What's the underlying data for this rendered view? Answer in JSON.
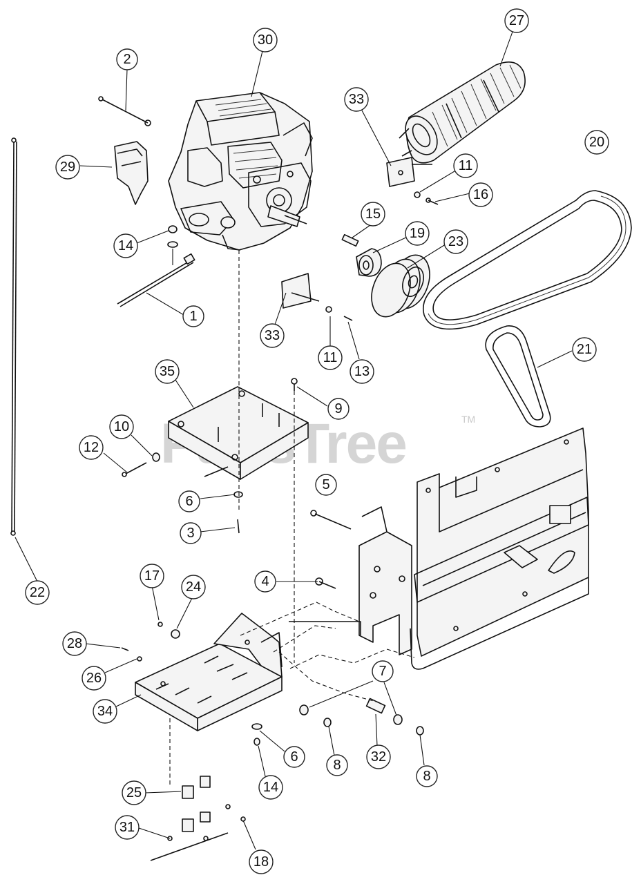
{
  "watermark": {
    "text": "PartsTree",
    "trademark": "TM"
  },
  "callouts": [
    {
      "id": "c2",
      "label": "2"
    },
    {
      "id": "c30",
      "label": "30"
    },
    {
      "id": "c27",
      "label": "27"
    },
    {
      "id": "c20",
      "label": "20"
    },
    {
      "id": "c33a",
      "label": "33"
    },
    {
      "id": "c11a",
      "label": "11"
    },
    {
      "id": "c16",
      "label": "16"
    },
    {
      "id": "c29",
      "label": "29"
    },
    {
      "id": "c15",
      "label": "15"
    },
    {
      "id": "c19",
      "label": "19"
    },
    {
      "id": "c23",
      "label": "23"
    },
    {
      "id": "c14a",
      "label": "14"
    },
    {
      "id": "c1",
      "label": "1"
    },
    {
      "id": "c33b",
      "label": "33"
    },
    {
      "id": "c11b",
      "label": "11"
    },
    {
      "id": "c13",
      "label": "13"
    },
    {
      "id": "c21",
      "label": "21"
    },
    {
      "id": "c35",
      "label": "35"
    },
    {
      "id": "c9",
      "label": "9"
    },
    {
      "id": "c10",
      "label": "10"
    },
    {
      "id": "c12",
      "label": "12"
    },
    {
      "id": "c5",
      "label": "5"
    },
    {
      "id": "c6a",
      "label": "6"
    },
    {
      "id": "c3",
      "label": "3"
    },
    {
      "id": "c22",
      "label": "22"
    },
    {
      "id": "c4",
      "label": "4"
    },
    {
      "id": "c17",
      "label": "17"
    },
    {
      "id": "c24",
      "label": "24"
    },
    {
      "id": "c28",
      "label": "28"
    },
    {
      "id": "c26",
      "label": "26"
    },
    {
      "id": "c7",
      "label": "7"
    },
    {
      "id": "c34",
      "label": "34"
    },
    {
      "id": "c6b",
      "label": "6"
    },
    {
      "id": "c8a",
      "label": "8"
    },
    {
      "id": "c32",
      "label": "32"
    },
    {
      "id": "c8b",
      "label": "8"
    },
    {
      "id": "c14b",
      "label": "14"
    },
    {
      "id": "c25",
      "label": "25"
    },
    {
      "id": "c31",
      "label": "31"
    },
    {
      "id": "c18",
      "label": "18"
    }
  ]
}
